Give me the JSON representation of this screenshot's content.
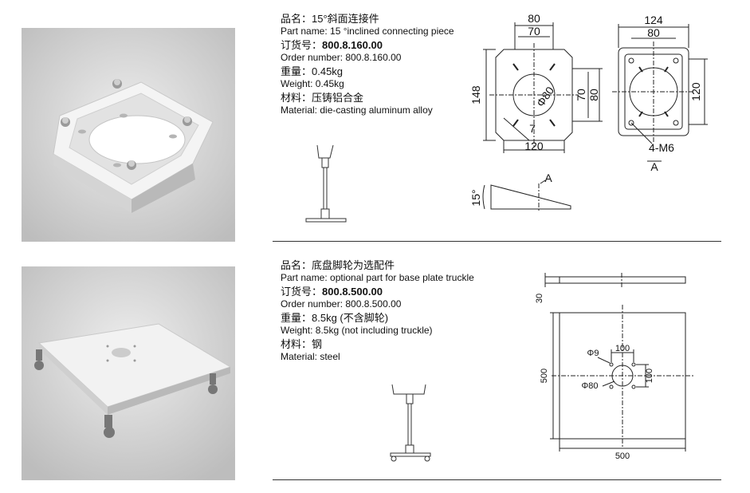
{
  "products": [
    {
      "name_cn_label": "品名：",
      "name_cn": "15°斜面连接件",
      "name_en": "Part name: 15 °inclined connecting piece",
      "order_cn_label": "订货号：",
      "order_no": "800.8.160.00",
      "order_en": "Order number: 800.8.160.00",
      "weight_cn": "重量：0.45kg",
      "weight_en": "Weight: 0.45kg",
      "material_cn": "材料：压铸铝合金",
      "material_en": "Material: die-casting aluminum alloy",
      "dims": {
        "front_top_outer": "80",
        "front_top_inner": "70",
        "front_left": "148",
        "front_right_inner": "70",
        "front_right_outer": "80",
        "front_circle": "Φ80",
        "front_bottom": "120",
        "front_corner": "7",
        "side_top_outer": "124",
        "side_top_inner": "80",
        "side_right": "120",
        "side_holes": "4-M6",
        "side_view_label": "A",
        "angle": "15°",
        "arrow_label": "A"
      }
    },
    {
      "name_cn_label": "品名：",
      "name_cn": "底盘脚轮为选配件",
      "name_en": "Part name: optional part for base plate truckle",
      "order_cn_label": "订货号：",
      "order_no": "800.8.500.00",
      "order_en": "Order number: 800.8.500.00",
      "weight_cn": "重量：8.5kg (不含脚轮)",
      "weight_en": "Weight: 8.5kg (not including truckle)",
      "material_cn": "材料：钢",
      "material_en": "Material: steel",
      "dims": {
        "thickness": "30",
        "hole": "Φ9",
        "pattern_h": "100",
        "pattern_v": "100",
        "center": "Φ80",
        "height": "500",
        "width": "500"
      }
    }
  ]
}
